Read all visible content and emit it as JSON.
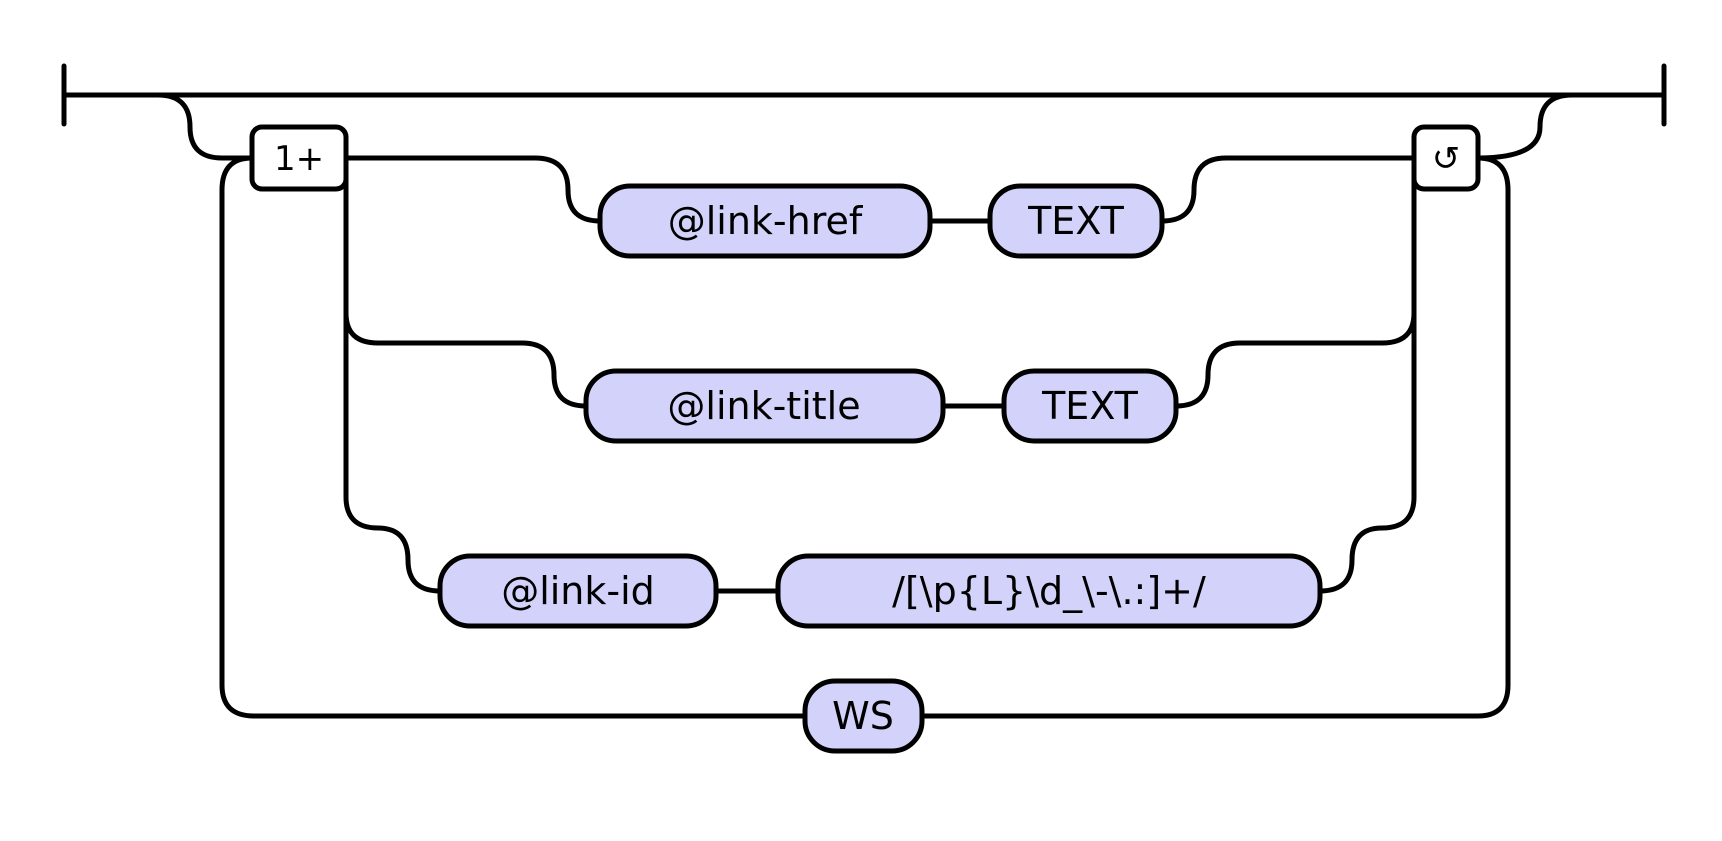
{
  "diagram": {
    "repeat_marker": "1+",
    "loop_marker": "↺",
    "rows": [
      {
        "attribute": "@link-href",
        "value": "TEXT"
      },
      {
        "attribute": "@link-title",
        "value": "TEXT"
      },
      {
        "attribute": "@link-id",
        "value": "/[\\p{L}\\d_\\-\\.:]+/"
      }
    ],
    "separator": "WS"
  }
}
